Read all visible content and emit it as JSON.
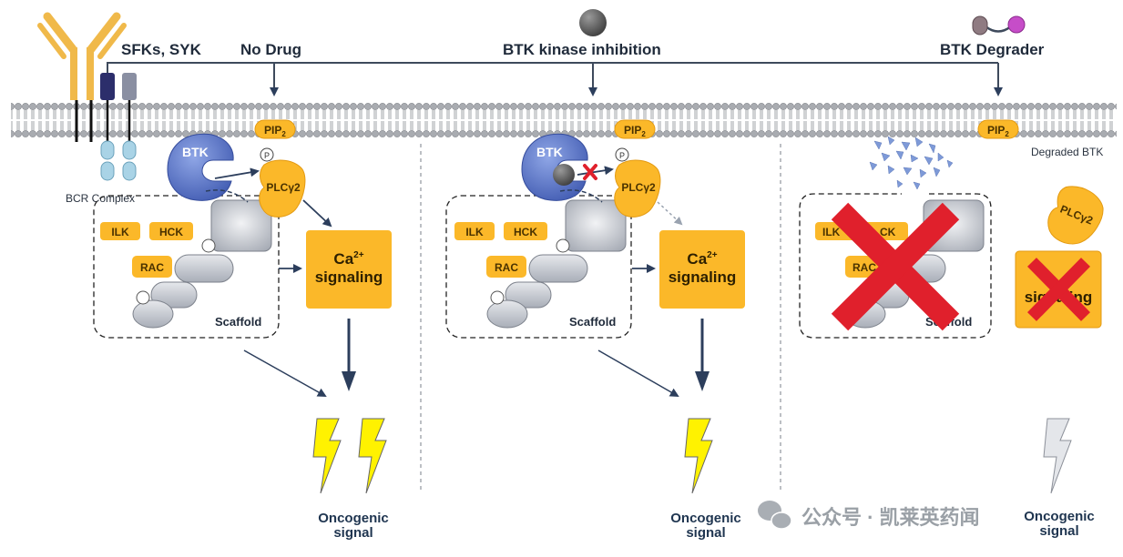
{
  "header": {
    "sfks": "SFKs, SYK",
    "no_drug": "No Drug",
    "inhibition": "BTK kinase inhibition",
    "degrader": "BTK Degrader"
  },
  "membrane": {
    "pip2": "PIP",
    "pip2_sub": "2"
  },
  "receptor": {
    "bcr_label": "BCR Complex"
  },
  "degraded_label": "Degraded BTK",
  "proteins": {
    "btk": "BTK",
    "plcg2": "PLCγ2",
    "phospho": "P",
    "ilk": "ILK",
    "hck": "HCK",
    "rac": "RAC",
    "scaffold": "Scaffold",
    "ca_main": "Ca",
    "ca_sup": "2+",
    "signaling": "signaling",
    "p3_ilk": "ILK",
    "p3_hck": "CK",
    "p3_rac": "RAC",
    "p3_scaffold": "Scaffold",
    "p3_signaling": "signaling"
  },
  "output": {
    "oncogenic": "Oncogenic",
    "signal": "signal"
  },
  "watermark": "公众号 · 凯莱英药闻",
  "colors": {
    "orange": "#FBB829",
    "orange_dark": "#E39A12",
    "btk_blue": "#5B75C8",
    "gray": "#C9CCD2",
    "navy": "#2C3E5C",
    "red_x": "#E0202C",
    "bolt_yellow": "#FFF200"
  },
  "icons": [
    "bcr-antibody-icon",
    "lightning-bolt-icon",
    "red-x-icon",
    "drug-sphere-icon",
    "degrader-molecule-icon"
  ]
}
